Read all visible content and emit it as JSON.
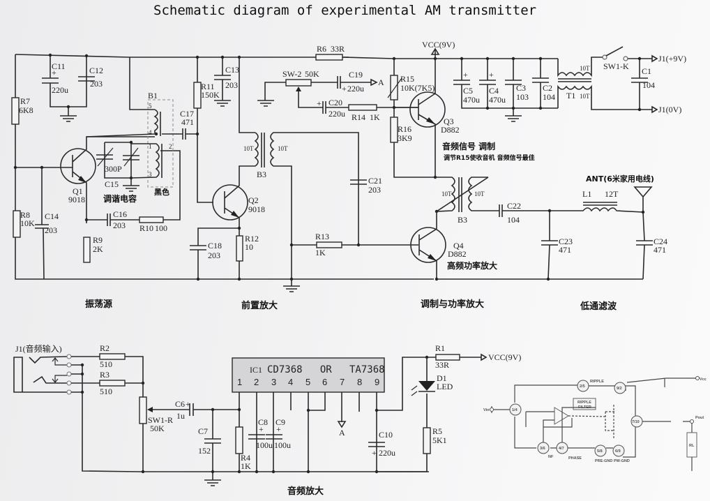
{
  "title": "Schematic diagram of experimental AM transmitter",
  "sections": {
    "oscillator": "振荡源",
    "preamp": "前置放大",
    "modulation_power_amp": "调制与功率放大",
    "low_pass_filter": "低通滤波",
    "audio_amp": "音频放大"
  },
  "notes": {
    "audio_modulation": "音频信号 调制",
    "adjust_hint": "调节R15使收音机 音频信号最佳",
    "hf_power_amp": "高频功率放大",
    "tuning_cap": "调谐电容",
    "black": "黑色",
    "antenna": "ANT(6米家用电线)"
  },
  "components": {
    "R1": {
      "name": "R1",
      "value": "33R"
    },
    "R2": {
      "name": "R2",
      "value": "510"
    },
    "R3": {
      "name": "R3",
      "value": "510"
    },
    "R4": {
      "name": "R4",
      "value": "1K"
    },
    "R5": {
      "name": "R5",
      "value": "5K1"
    },
    "R6": {
      "name": "R6",
      "value": "33R"
    },
    "R7": {
      "name": "R7",
      "value": "6K8"
    },
    "R8": {
      "name": "R8",
      "value": "10K"
    },
    "R9": {
      "name": "R9",
      "value": "2K"
    },
    "R10": {
      "name": "R10",
      "value": "100"
    },
    "R11": {
      "name": "R11",
      "value": "150K"
    },
    "R12": {
      "name": "R12",
      "value": "10"
    },
    "R13": {
      "name": "R13",
      "value": "1K"
    },
    "R14": {
      "name": "R14",
      "value": "1K"
    },
    "R15": {
      "name": "R15",
      "value": "10K(7K5)"
    },
    "R16": {
      "name": "R16",
      "value": "3K9"
    },
    "C1": {
      "name": "C1",
      "value": "104"
    },
    "C2": {
      "name": "C2",
      "value": "104"
    },
    "C3": {
      "name": "C3",
      "value": "103"
    },
    "C4": {
      "name": "C4",
      "value": "470u"
    },
    "C5": {
      "name": "C5",
      "value": "470u"
    },
    "C6": {
      "name": "C6",
      "value": "1u"
    },
    "C7": {
      "name": "C7",
      "value": "152"
    },
    "C8": {
      "name": "C8",
      "value": "100u"
    },
    "C9": {
      "name": "C9",
      "value": "100u"
    },
    "C10": {
      "name": "C10",
      "value": "220u"
    },
    "C11": {
      "name": "C11",
      "value": "220u"
    },
    "C12": {
      "name": "C12",
      "value": "203"
    },
    "C13": {
      "name": "C13",
      "value": "203"
    },
    "C14": {
      "name": "C14",
      "value": "203"
    },
    "C15": {
      "name": "C15",
      "value": "300P"
    },
    "C16": {
      "name": "C16",
      "value": "203"
    },
    "C17": {
      "name": "C17",
      "value": "471"
    },
    "C18": {
      "name": "C18",
      "value": "203"
    },
    "C19": {
      "name": "C19",
      "value": "220u"
    },
    "C20": {
      "name": "C20",
      "value": "220u"
    },
    "C21": {
      "name": "C21",
      "value": "203"
    },
    "C22": {
      "name": "C22",
      "value": "104"
    },
    "C23": {
      "name": "C23",
      "value": "471"
    },
    "C24": {
      "name": "C24",
      "value": "471"
    },
    "Q1": {
      "name": "Q1",
      "value": "9018"
    },
    "Q2": {
      "name": "Q2",
      "value": "9018"
    },
    "Q3": {
      "name": "Q3",
      "value": "D882"
    },
    "Q4": {
      "name": "Q4",
      "value": "D882"
    },
    "B1": {
      "name": "B1"
    },
    "B3": {
      "name": "B3",
      "turns": "10T"
    },
    "T1": {
      "name": "T1",
      "turns": "10T"
    },
    "L1": {
      "name": "L1",
      "turns": "12T"
    },
    "D1": {
      "name": "D1",
      "value": "LED"
    },
    "SW2": {
      "name": "SW-2",
      "value": "50K"
    },
    "SW1R": {
      "name": "SW1-R",
      "value": "50K"
    },
    "SW1K": {
      "name": "SW1-K"
    }
  },
  "nets": {
    "vcc": "VCC(9V)",
    "j1_pos": "J1(+9V)",
    "j1_gnd": "J1(0V)",
    "j1_audio": "J1(音频输入)",
    "node_a": "A",
    "plus": "+"
  },
  "b1_pins": [
    "5",
    "4",
    "1",
    "2",
    "3"
  ],
  "ic": {
    "ref": "IC1",
    "part": "CD7368   OR   TA7368",
    "pins": [
      "1",
      "2",
      "3",
      "4",
      "5",
      "6",
      "7",
      "8",
      "9"
    ]
  },
  "internal_diagram": {
    "pins": [
      "1/4",
      "2/5",
      "9/2",
      "7/10",
      "3/6",
      "4/7",
      "5/8",
      "6/9"
    ],
    "labels": {
      "ripple": "RIPPLE",
      "ripple_filter_1": "RIPPLE",
      "ripple_filter_2": "FILTER",
      "nf": "NF",
      "phase": "PHASE",
      "pre_gnd": "PRE-GND",
      "pw_gnd": "PW-GND",
      "vcc": "Vcc",
      "vin": "Vin",
      "pout": "Pout",
      "rl": "RL"
    }
  }
}
